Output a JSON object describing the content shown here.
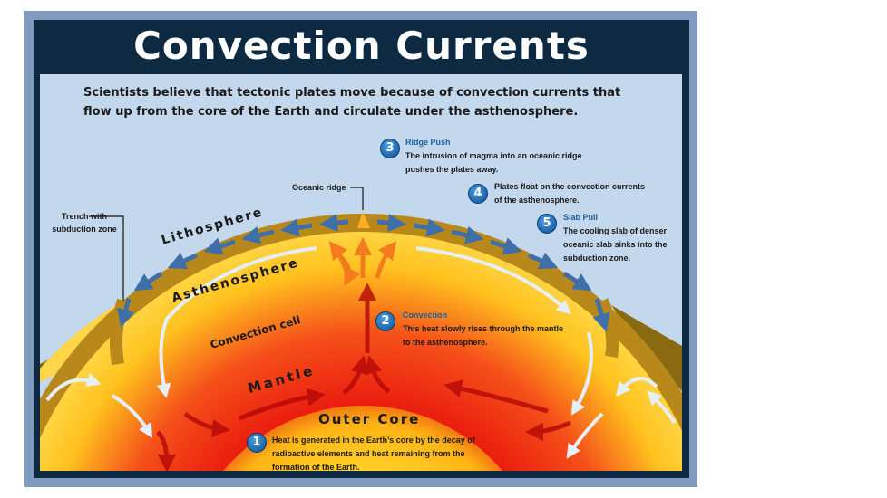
{
  "title": "Convection Currents",
  "intro": "Scientists believe that tectonic plates move because of convection currents that flow up from the core of the Earth and circulate under the asthenosphere.",
  "labels": {
    "trench": "Trench with subduction zone",
    "oceanic_ridge": "Oceanic ridge",
    "lithosphere": "Lithosphere",
    "asthenosphere": "Asthenosphere",
    "convection_cell": "Convection cell",
    "mantle": "Mantle",
    "outer_core": "Outer Core"
  },
  "notes": [
    {
      "num": "1",
      "heading": "",
      "text": "Heat is generated in the Earth’s core by the decay of radioactive elements and heat remaining from the formation of the Earth."
    },
    {
      "num": "2",
      "heading": "Convection",
      "text": "This heat slowly rises through the mantle to the asthenosphere."
    },
    {
      "num": "3",
      "heading": "Ridge Push",
      "text": "The intrusion of magma into an oceanic ridge pushes the plates away."
    },
    {
      "num": "4",
      "heading": "",
      "text": "Plates float on the convection currents of the asthenosphere."
    },
    {
      "num": "5",
      "heading": "Slab Pull",
      "text": "The cooling slab of denser oceanic slab sinks into the subduction zone."
    }
  ],
  "colors": {
    "frame": "#7f9cc0",
    "navy": "#0d2a42",
    "sky": "#c3d8ec",
    "lithosphere": "#b8891a",
    "mantle": "#ee1c0e",
    "core": "#ffcc1a",
    "heading": "#1b5e9e"
  }
}
